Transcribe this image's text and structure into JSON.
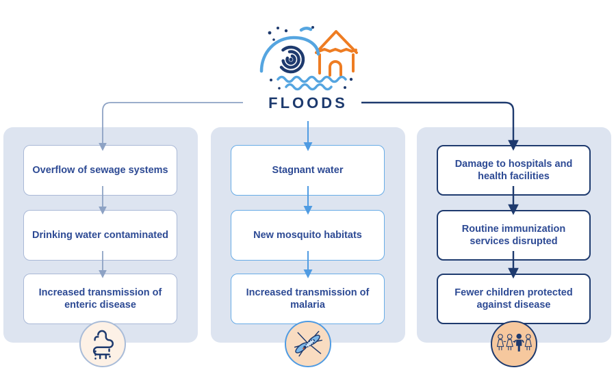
{
  "title": "FLOODS",
  "columns": [
    {
      "name": "water-contamination-pathway",
      "steps": [
        "Overflow of sewage systems",
        "Drinking water contaminated",
        "Increased transmission of enteric disease"
      ],
      "icon": "intestines-icon"
    },
    {
      "name": "mosquito-pathway",
      "steps": [
        "Stagnant water",
        "New mosquito habitats",
        "Increased transmission of malaria"
      ],
      "icon": "mosquito-icon"
    },
    {
      "name": "health-services-pathway",
      "steps": [
        "Damage to hospitals and health facilities",
        "Routine immunization services disrupted",
        "Fewer children protected against disease"
      ],
      "icon": "children-icon"
    }
  ],
  "colors": {
    "navy": "#1e3a6e",
    "title_navy": "#1d3a6e",
    "text_blue": "#2d4a94",
    "muted_blue_line": "#8da2c4",
    "muted_box_border": "#a9b8d6",
    "bright_blue": "#4f9be2",
    "bright_box_border": "#66abe6",
    "panel_bg": "#dde4f0",
    "orange_house": "#ee7c22",
    "wave_light_blue": "#55a5e0",
    "badge_peach_light": "#fdf1e6",
    "badge_peach_mid": "#f9dcc1",
    "badge_peach_deep": "#f6c89e",
    "mosquito_wing_blue": "#7db8e8"
  }
}
